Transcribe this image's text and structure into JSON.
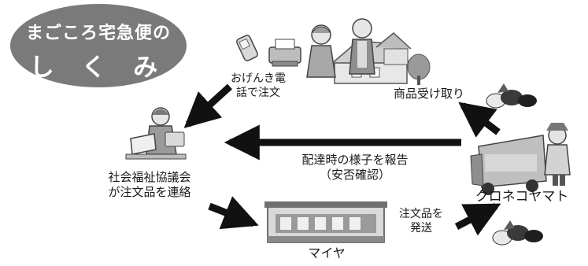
{
  "title": {
    "line1": "まごころ宅急便の",
    "line2": "し く み"
  },
  "nodes": {
    "social_welfare": {
      "line1": "社会福祉協議会",
      "line2": "が注文品を連絡"
    },
    "maiya": {
      "name": "マイヤ"
    },
    "kuroneko": {
      "name": "クロネコヤマト"
    }
  },
  "edges": {
    "phone_order": {
      "line1": "おげんき電",
      "line2": "話で注文"
    },
    "report": {
      "line1": "配達時の様子を報告",
      "line2": "（安否確認）"
    },
    "receive": {
      "label": "商品受け取り"
    },
    "ship": {
      "line1": "注文品を",
      "line2": "発送"
    }
  },
  "colors": {
    "title_oval": "#7a7a7a",
    "arrow": "#111111"
  }
}
